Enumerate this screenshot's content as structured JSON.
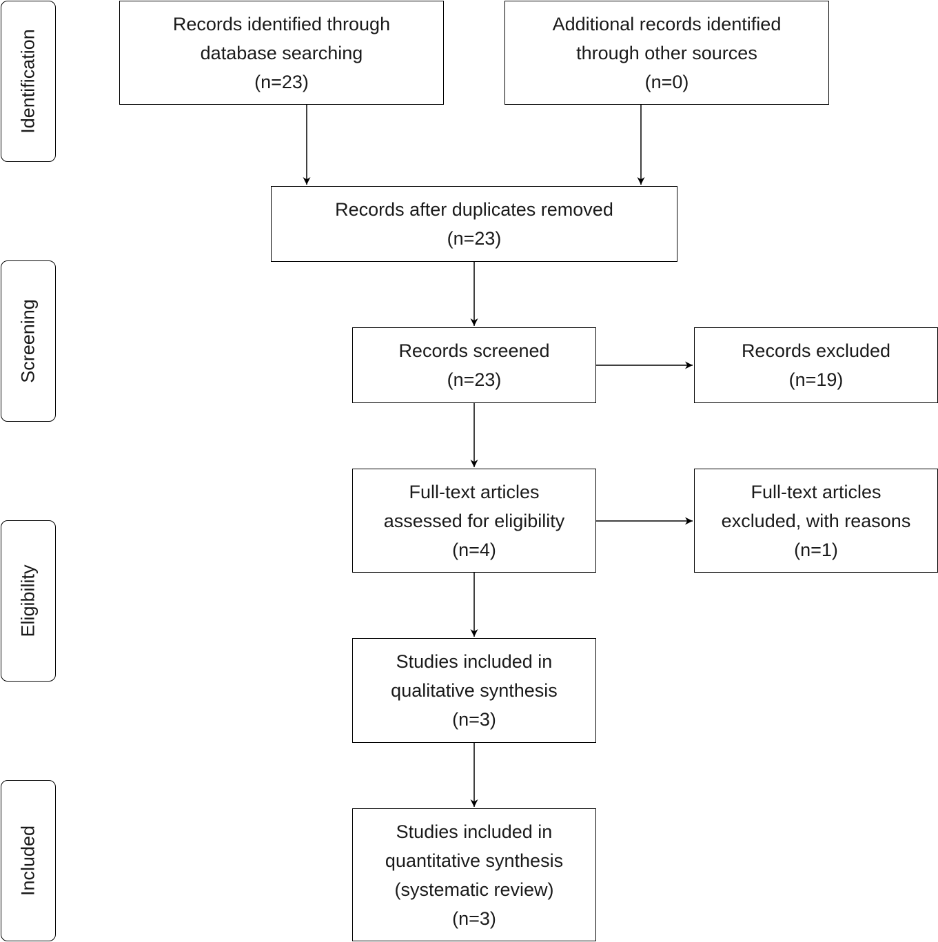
{
  "stages": [
    {
      "label": "Identification"
    },
    {
      "label": "Screening"
    },
    {
      "label": "Eligibility"
    },
    {
      "label": "Included"
    }
  ],
  "boxes": {
    "database_search": {
      "lines": [
        "Records identified through",
        "database searching",
        "(n=23)"
      ]
    },
    "other_sources": {
      "lines": [
        "Additional records identified",
        "through other sources",
        "(n=0)"
      ]
    },
    "duplicates_removed": {
      "lines": [
        "Records after duplicates removed",
        "(n=23)"
      ]
    },
    "screened": {
      "lines": [
        "Records screened",
        "(n=23)"
      ]
    },
    "excluded": {
      "lines": [
        "Records excluded",
        "(n=19)"
      ]
    },
    "fulltext_assessed": {
      "lines": [
        "Full-text articles",
        "assessed for eligibility",
        "(n=4)"
      ]
    },
    "fulltext_excluded": {
      "lines": [
        "Full-text articles",
        "excluded, with reasons",
        "(n=1)"
      ]
    },
    "qualitative": {
      "lines": [
        "Studies included in",
        "qualitative synthesis",
        "(n=3)"
      ]
    },
    "quantitative": {
      "lines": [
        "Studies included in",
        "quantitative synthesis",
        "(systematic review)",
        "(n=3)"
      ]
    }
  },
  "colors": {
    "stroke": "#000000",
    "text": "#1a1a1a",
    "background": "#ffffff"
  }
}
